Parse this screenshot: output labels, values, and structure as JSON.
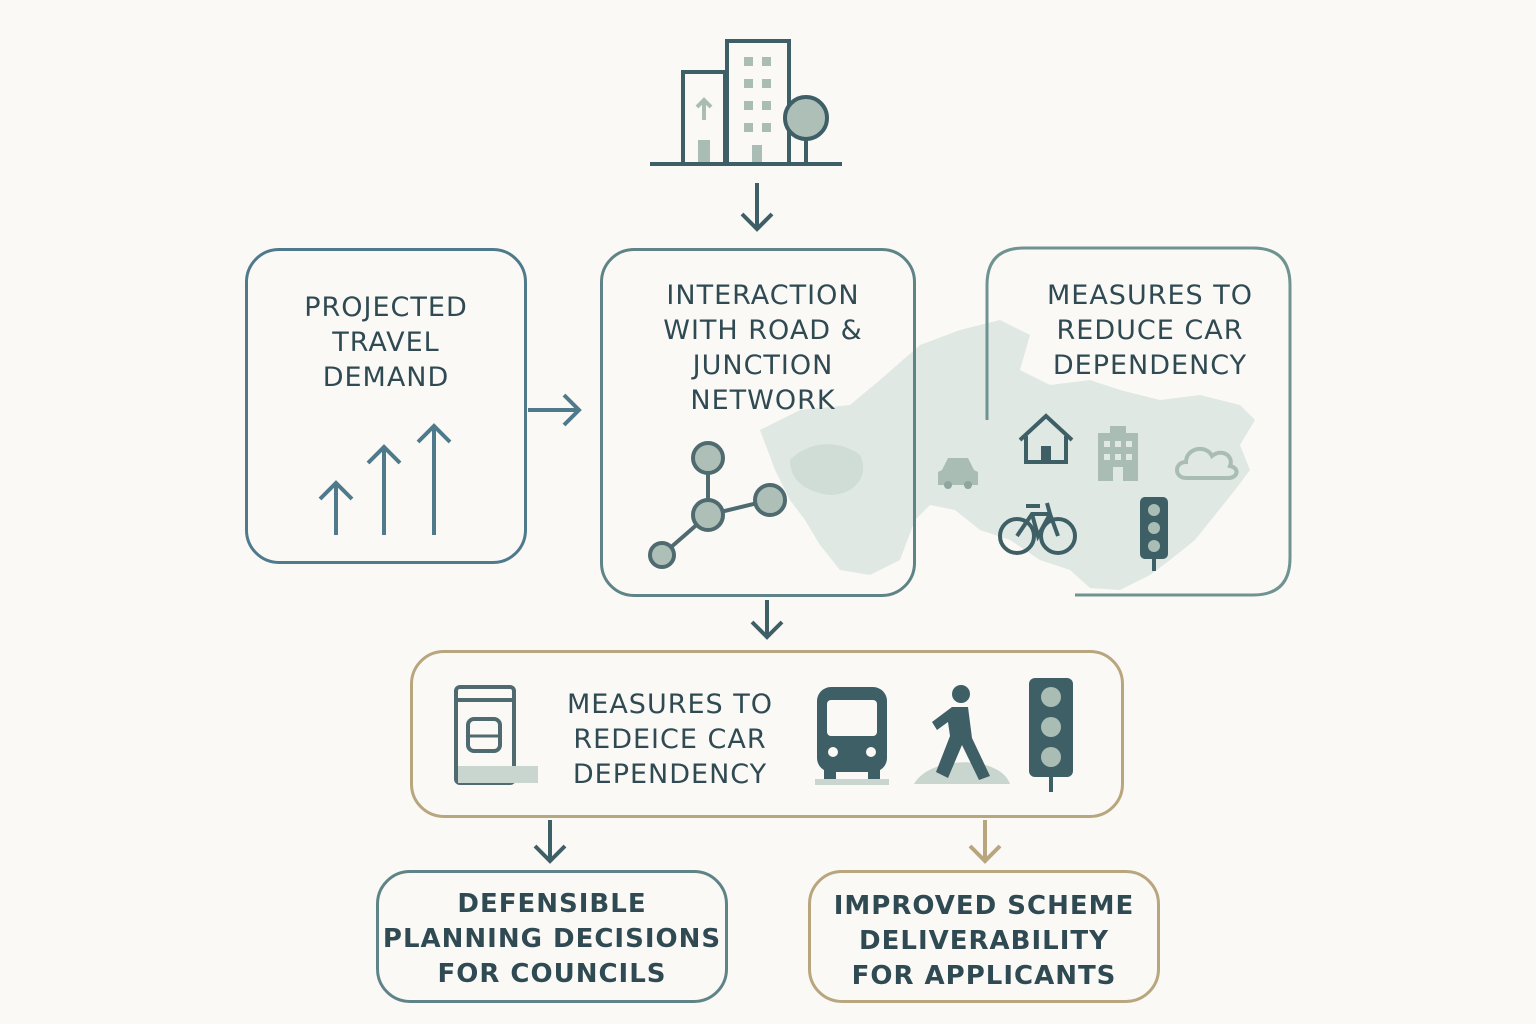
{
  "boxes": {
    "projected": {
      "label": "PROJECTED\nTRAVEL\nDEMAND"
    },
    "interaction": {
      "label": "INTERACTION\nWITH ROAD &\nJUNCTION\nNETWORK"
    },
    "measures_top": {
      "label": "MEASURES TO\nREDUCE CAR\nDEPENDENCY"
    },
    "measures_mid": {
      "label": "MEASURES TO\nREDEICE CAR\nDEPENDENCY"
    },
    "councils": {
      "label": "DEFENSIBLE\nPLANNING DECISIONS\nFOR COUNCILS"
    },
    "applicants": {
      "label": "IMPROVED SCHEME\nDELIVERABILITY\nFOR APPLICANTS"
    }
  },
  "icons": [
    "city-buildings-icon",
    "rising-arrows-icon",
    "network-nodes-icon",
    "map-background-icon",
    "car-icon",
    "house-icon",
    "office-building-icon",
    "cloud-icon",
    "bicycle-icon",
    "traffic-light-icon",
    "bus-stop-icon",
    "bus-icon",
    "pedestrian-icon"
  ],
  "colors": {
    "blue": "#4f7a8c",
    "teal": "#6f9391",
    "tan": "#b8a67e",
    "dark": "#2f4a52",
    "sage": "#a9bdb5",
    "map": "#dfe8e2"
  }
}
